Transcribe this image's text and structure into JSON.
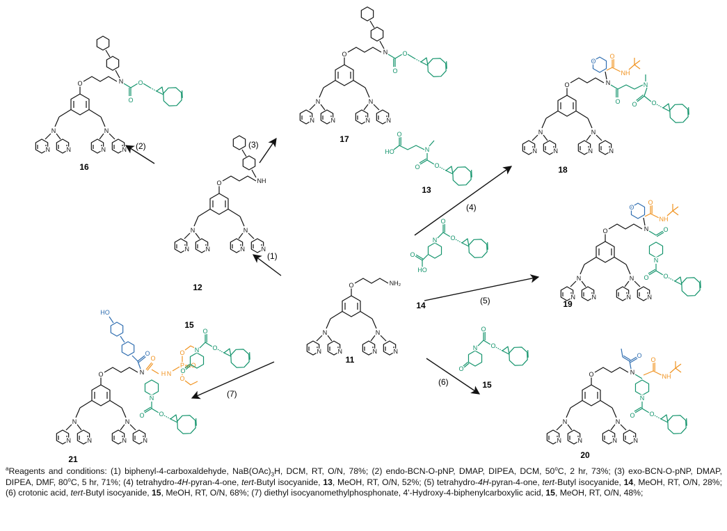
{
  "colors": {
    "black": "#111111",
    "green": "#12936b",
    "orange": "#f0921e",
    "blue": "#2e6db0"
  },
  "atoms": {
    "N": "N",
    "O": "O",
    "NH": "NH",
    "NH2": "NH₂",
    "HO": "HO",
    "H": "H",
    "P": "P",
    "HN": "HN"
  },
  "compounds": [
    "16",
    "17",
    "18",
    "12",
    "11",
    "13",
    "14",
    "15",
    "15",
    "19",
    "21",
    "20"
  ],
  "steps": [
    "(1)",
    "(2)",
    "(3)",
    "(4)",
    "(5)",
    "(6)",
    "(7)"
  ],
  "caption": {
    "mark": "a",
    "segments": [
      {
        "t": "Reagents and conditions: (1) biphenyl-4-carboxaldehyde, NaB(OAc)"
      },
      {
        "t": "3",
        "sub": true
      },
      {
        "t": "H, DCM, RT, O/N, 78%; (2) endo-BCN-O-pNP, DMAP, DIPEA, DCM, 50"
      },
      {
        "t": "o",
        "sup": true
      },
      {
        "t": "C, 2 hr, 73%; (3) exo-BCN-O-pNP, DMAP, DIPEA, DMF, 80"
      },
      {
        "t": "o",
        "sup": true
      },
      {
        "t": "C, 5 hr, 71%; (4) tetrahydro-"
      },
      {
        "t": "4H",
        "i": true
      },
      {
        "t": "-pyran-4-one, "
      },
      {
        "t": "tert",
        "i": true
      },
      {
        "t": "-Butyl isocyanide, "
      },
      {
        "t": "13",
        "b": true
      },
      {
        "t": ", MeOH, RT, O/N, 52%; (5) tetrahydro-"
      },
      {
        "t": "4H",
        "i": true
      },
      {
        "t": "-pyran-4-one, "
      },
      {
        "t": "tert",
        "i": true
      },
      {
        "t": "-Butyl isocyanide, "
      },
      {
        "t": "14",
        "b": true
      },
      {
        "t": ", MeOH, RT, O/N, 28%; (6) crotonic acid, "
      },
      {
        "t": "tert",
        "i": true
      },
      {
        "t": "-Butyl isocyanide, "
      },
      {
        "t": "15",
        "b": true
      },
      {
        "t": ", MeOH, RT, O/N, 68%; (7) diethyl isocyanomethylphosphonate, 4'-Hydroxy-4-biphenylcarboxylic acid, "
      },
      {
        "t": "15",
        "b": true
      },
      {
        "t": ", MeOH, RT, O/N, 48%;"
      }
    ]
  }
}
